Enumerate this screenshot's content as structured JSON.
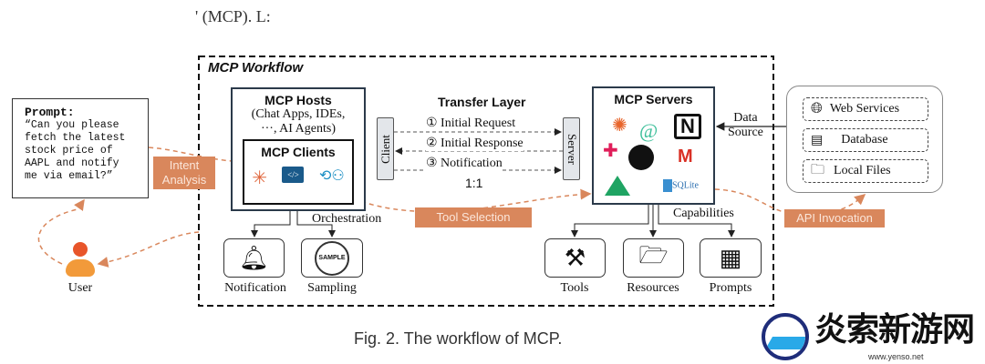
{
  "header_fragment": "' (MCP). L:",
  "workflow_title": "MCP Workflow",
  "prompt": {
    "label": "Prompt:",
    "text": [
      "“Can you please",
      "fetch the latest",
      "stock price of",
      "AAPL and notify",
      "me via email?”"
    ]
  },
  "user_label": "User",
  "tags": {
    "intent": "Intent Analysis",
    "tool": "Tool Selection",
    "api": "API Invocation"
  },
  "hosts": {
    "title": "MCP Hosts",
    "subtitle_1": "(Chat Apps, IDEs,",
    "subtitle_2": "···, AI Agents)"
  },
  "clients": {
    "title": "MCP Clients",
    "icons": [
      "claude-icon",
      "code-monitor-icon",
      "agents-icon"
    ]
  },
  "orchestration": "Orchestration",
  "client_features": [
    {
      "label": "Notification",
      "icon": "bell-icon"
    },
    {
      "label": "Sampling",
      "icon": "sample-stamp-icon"
    }
  ],
  "transfer": {
    "title": "Transfer Layer",
    "client": "Client",
    "server": "Server",
    "steps": [
      "① Initial Request",
      "② Initial Response",
      "③ Notification"
    ],
    "ratio": "1:1"
  },
  "servers": {
    "title": "MCP Servers",
    "icons": [
      "grafana-icon",
      "openai-swirl-icon",
      "notion-icon",
      "slack-icon",
      "github-icon",
      "gmail-icon",
      "google-drive-icon",
      "sqlite-icon"
    ],
    "notion_letter": "N",
    "gmail_letter": "M",
    "sqlite_text": "SQLite"
  },
  "data_source": {
    "line1": "Data",
    "line2": "Source"
  },
  "sources": [
    {
      "label": "Web Services",
      "icon": "globe-icon"
    },
    {
      "label": "Database",
      "icon": "database-icon"
    },
    {
      "label": "Local Files",
      "icon": "folders-icon"
    }
  ],
  "capabilities": "Capabilities",
  "capability_items": [
    {
      "label": "Tools",
      "icon": "tools-icon"
    },
    {
      "label": "Resources",
      "icon": "folder-icon"
    },
    {
      "label": "Prompts",
      "icon": "template-icon"
    }
  ],
  "caption": "Fig. 2.  The workflow of MCP.",
  "watermark": {
    "text": "炎索新游网",
    "url": "www.yenso.net"
  },
  "colors": {
    "accent": "#d9875c",
    "border": "#2b3a4a"
  }
}
